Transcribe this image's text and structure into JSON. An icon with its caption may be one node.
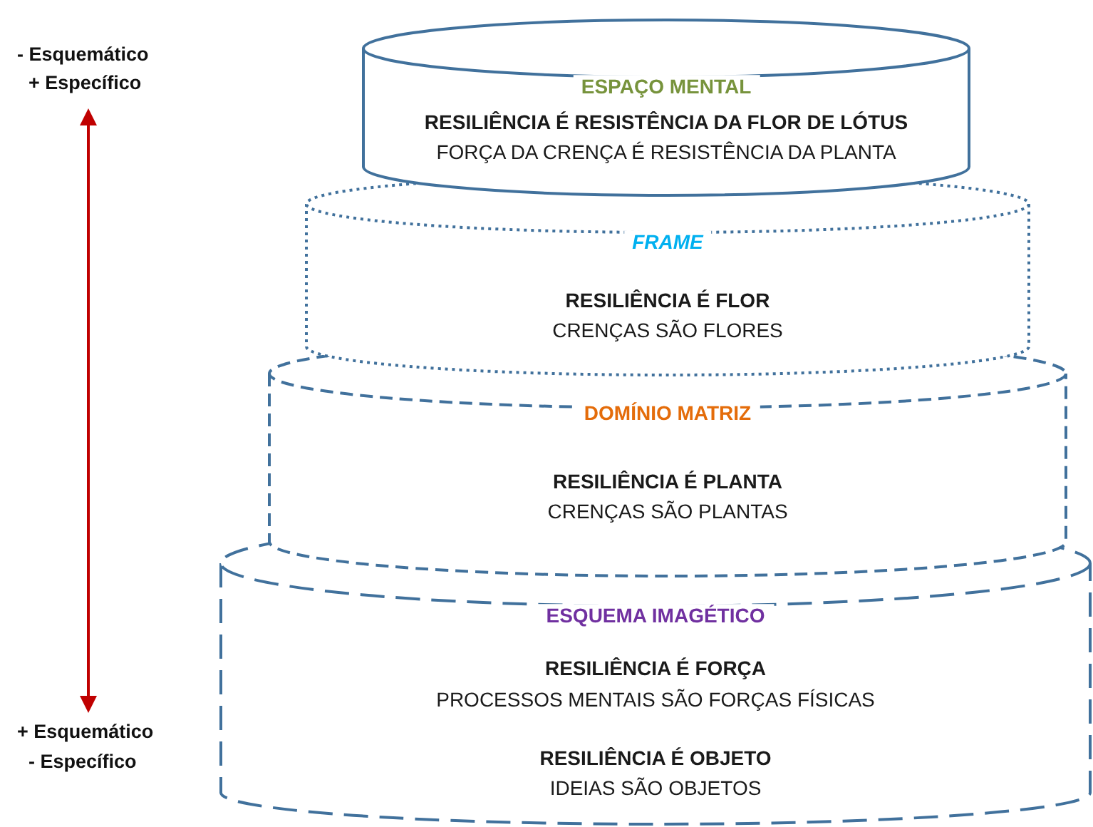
{
  "diagram": {
    "nodes": [
      {
        "text": [
          "ESPAÇO MENTAL",
          "RESILIÊNCIA É RESISTÊNCIA DA FLOR DE LÓTUS",
          "FORÇA DA CRENÇA É RESISTÊNCIA DA PLANTA"
        ]
      },
      {
        "text": [
          "FRAME",
          "RESILIÊNCIA É FLOR",
          "CRENÇAS SÃO FLORES"
        ]
      },
      {
        "text": [
          "DOMÍNIO MATRIZ",
          "RESILIÊNCIA É PLANTA",
          "CRENÇAS SÃO PLANTAS"
        ]
      },
      {
        "text": [
          "ESQUEMA IMAGÉTICO",
          "RESILIÊNCIA É FORÇA",
          "PROCESSOS MENTAIS SÃO FORÇAS FÍSICAS",
          "RESILIÊNCIA É OBJETO",
          "IDEIAS SÃO OBJETOS"
        ]
      }
    ],
    "edges": [],
    "labels": [
      "- Esquemático",
      "+ Específico",
      "+ Esquemático",
      "- Específico"
    ]
  }
}
